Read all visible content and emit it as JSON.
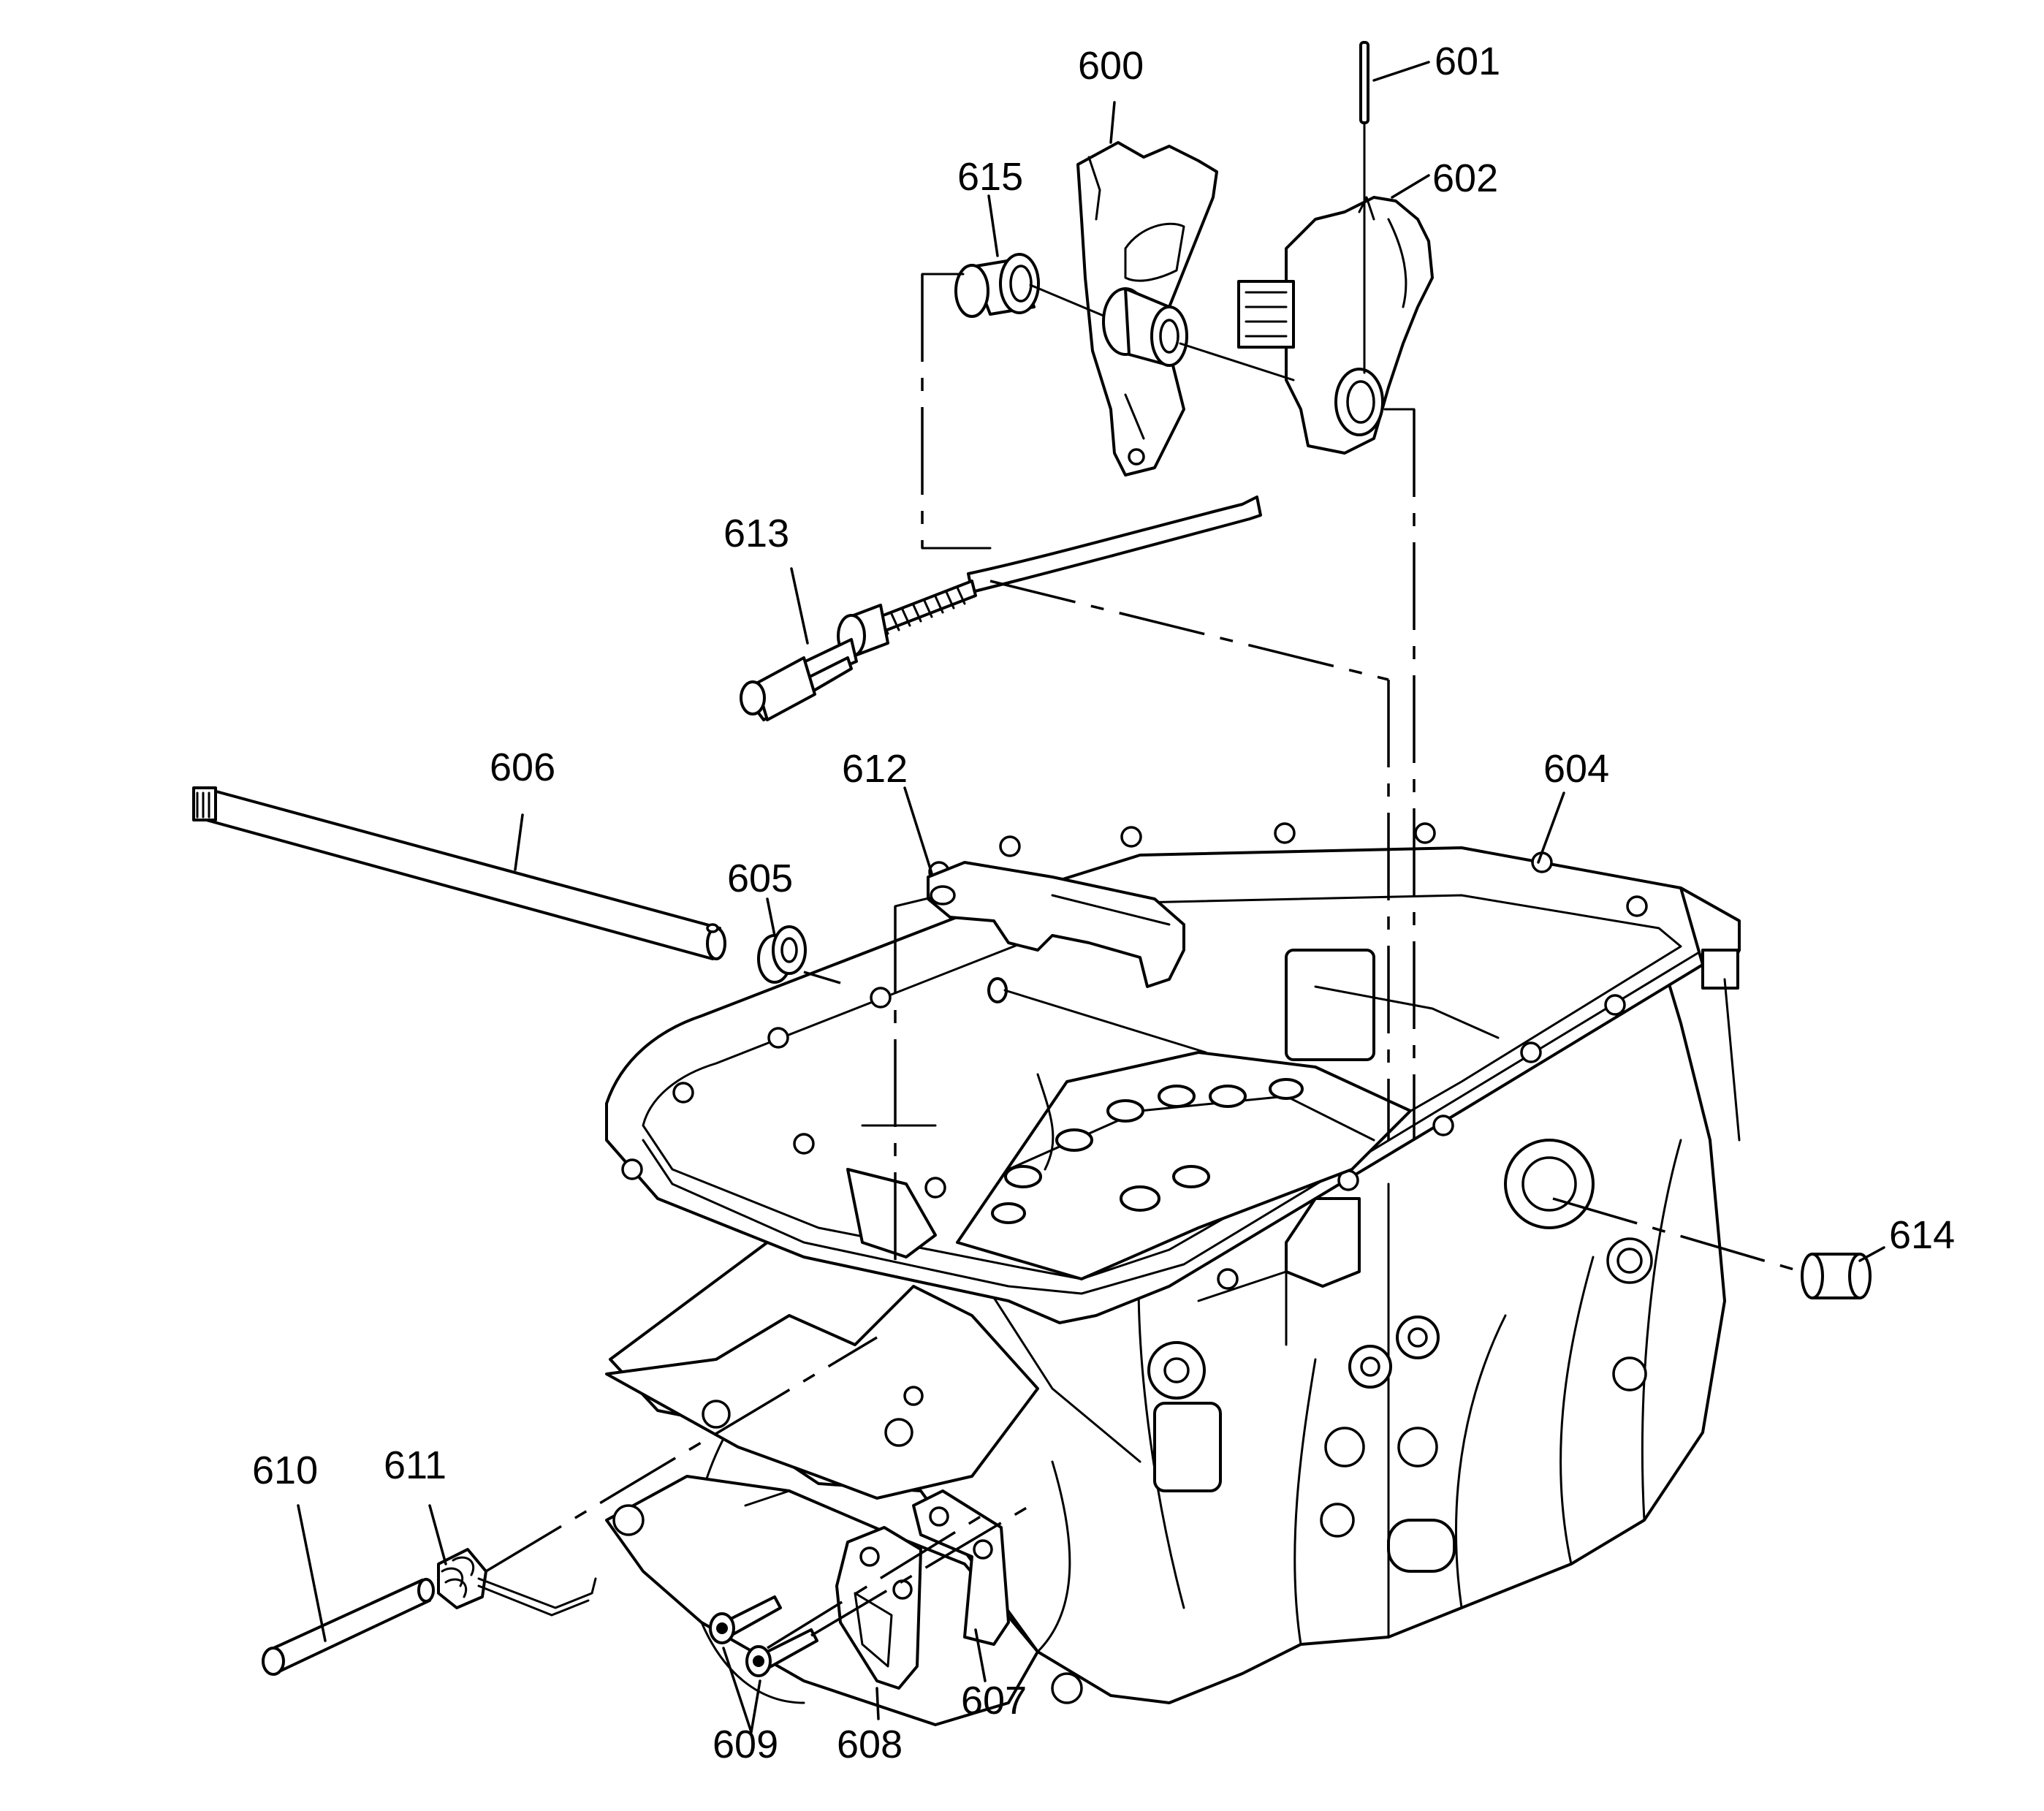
{
  "callouts": {
    "c600": "600",
    "c601": "601",
    "c602": "602",
    "c604": "604",
    "c605": "605",
    "c606": "606",
    "c607": "607",
    "c608": "608",
    "c609": "609",
    "c610": "610",
    "c611": "611",
    "c612": "612",
    "c613": "613",
    "c614": "614",
    "c615": "615"
  },
  "colors": {
    "ink": "#000000",
    "paper": "#ffffff"
  }
}
